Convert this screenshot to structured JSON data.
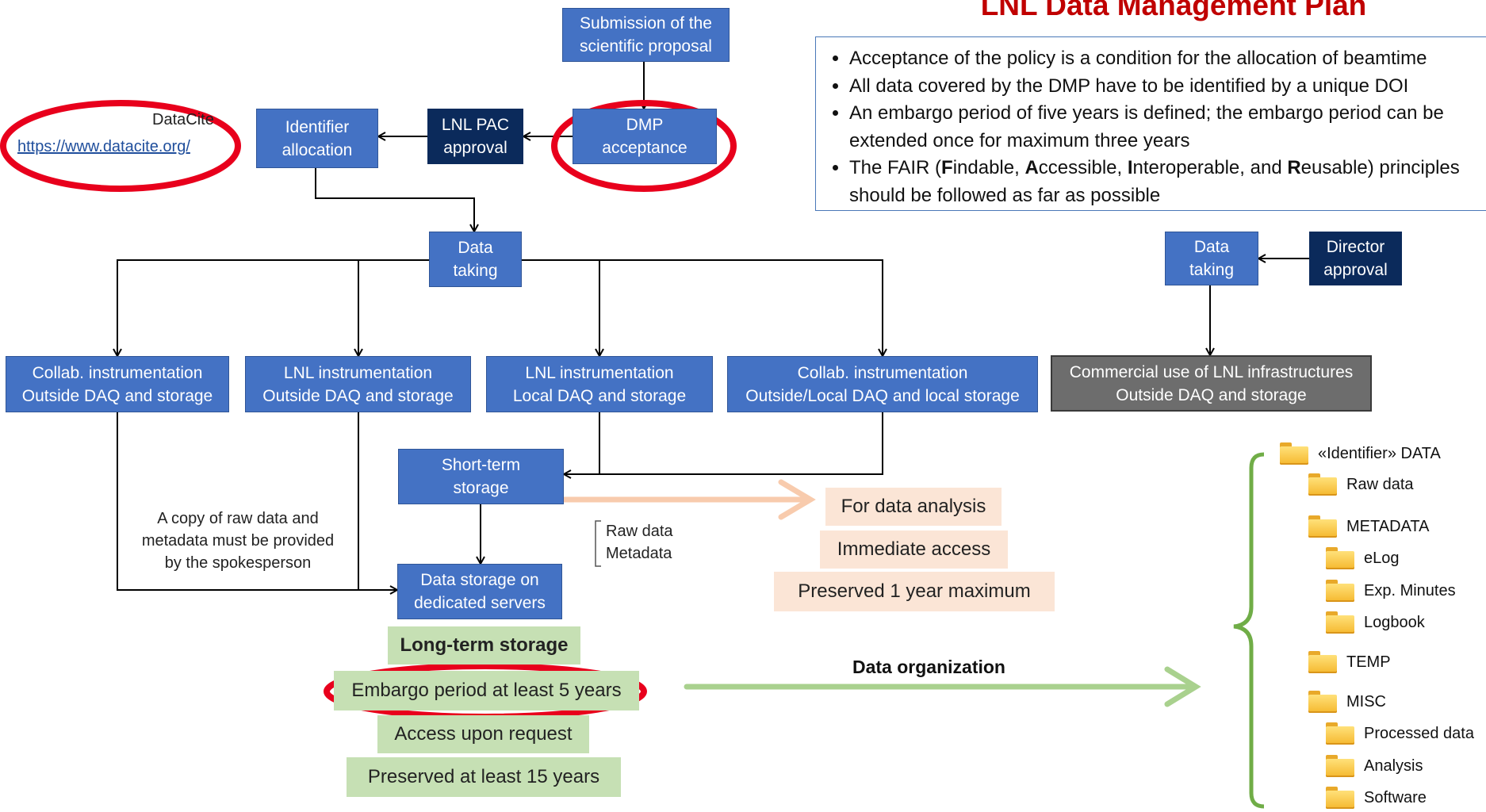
{
  "title": "LNL Data Management Plan",
  "policy": [
    {
      "html": "Acceptance of the policy is a condition for the allocation of beamtime"
    },
    {
      "html": "All data covered by the DMP have to be identified by a unique DOI"
    },
    {
      "html": "An embargo period of five years is defined; the embargo period can be extended once for maximum three years"
    },
    {
      "html": "The FAIR (<b>F</b>indable, <b>A</b>ccessible, <b>I</b>nteroperable, and <b>R</b>eusable) principles should be followed as far as possible"
    }
  ],
  "datacite": {
    "name": "DataCite",
    "url": "https://www.datacite.org/"
  },
  "boxes": {
    "submission": "Submission of the\nscientific proposal",
    "dmp": "DMP\nacceptance",
    "pac": "LNL PAC\napproval",
    "identifier": "Identifier\nallocation",
    "taking": "Data\ntaking",
    "taking2": "Data\ntaking",
    "director": "Director\napproval",
    "collab_outside": "Collab. instrumentation\nOutside DAQ and storage",
    "lnl_outside": "LNL instrumentation\nOutside DAQ and storage",
    "lnl_local": "LNL instrumentation\nLocal DAQ and storage",
    "collab_local": "Collab. instrumentation\nOutside/Local DAQ and local storage",
    "commercial": "Commercial use of LNL infrastructures\nOutside DAQ and storage",
    "short_term": "Short-term\nstorage",
    "dedicated": "Data storage  on\ndedicated servers"
  },
  "copy_note": "A copy of raw data and\nmetadata must be provided\nby the spokesperson",
  "raw_meta": "Raw data\nMetadata",
  "short_term_props": [
    "For data analysis",
    "Immediate access",
    "Preserved 1 year maximum"
  ],
  "long_term": {
    "heading": "Long-term storage",
    "items": [
      "Embargo period at least 5 years",
      "Access upon request",
      "Preserved at least 15 years"
    ]
  },
  "data_org_label": "Data organization",
  "tree": [
    {
      "label": "«Identifier» DATA",
      "level": 0
    },
    {
      "label": "Raw data",
      "level": 1
    },
    {
      "label": "METADATA",
      "level": 1
    },
    {
      "label": "eLog",
      "level": 2
    },
    {
      "label": "Exp. Minutes",
      "level": 2
    },
    {
      "label": "Logbook",
      "level": 2
    },
    {
      "label": "TEMP",
      "level": 1
    },
    {
      "label": "MISC",
      "level": 1
    },
    {
      "label": "Processed data",
      "level": 2
    },
    {
      "label": "Analysis",
      "level": 2
    },
    {
      "label": "Software",
      "level": 2
    }
  ],
  "colors": {
    "box_blue": "#4472c4",
    "box_navy": "#0b2a5b",
    "box_gray": "#6d6d6d",
    "highlight_red": "#e8001c",
    "title_red": "#c00000",
    "arrow_peach": "#f8cbad",
    "arrow_green": "#a9d18e",
    "brace_green": "#70ad47"
  }
}
